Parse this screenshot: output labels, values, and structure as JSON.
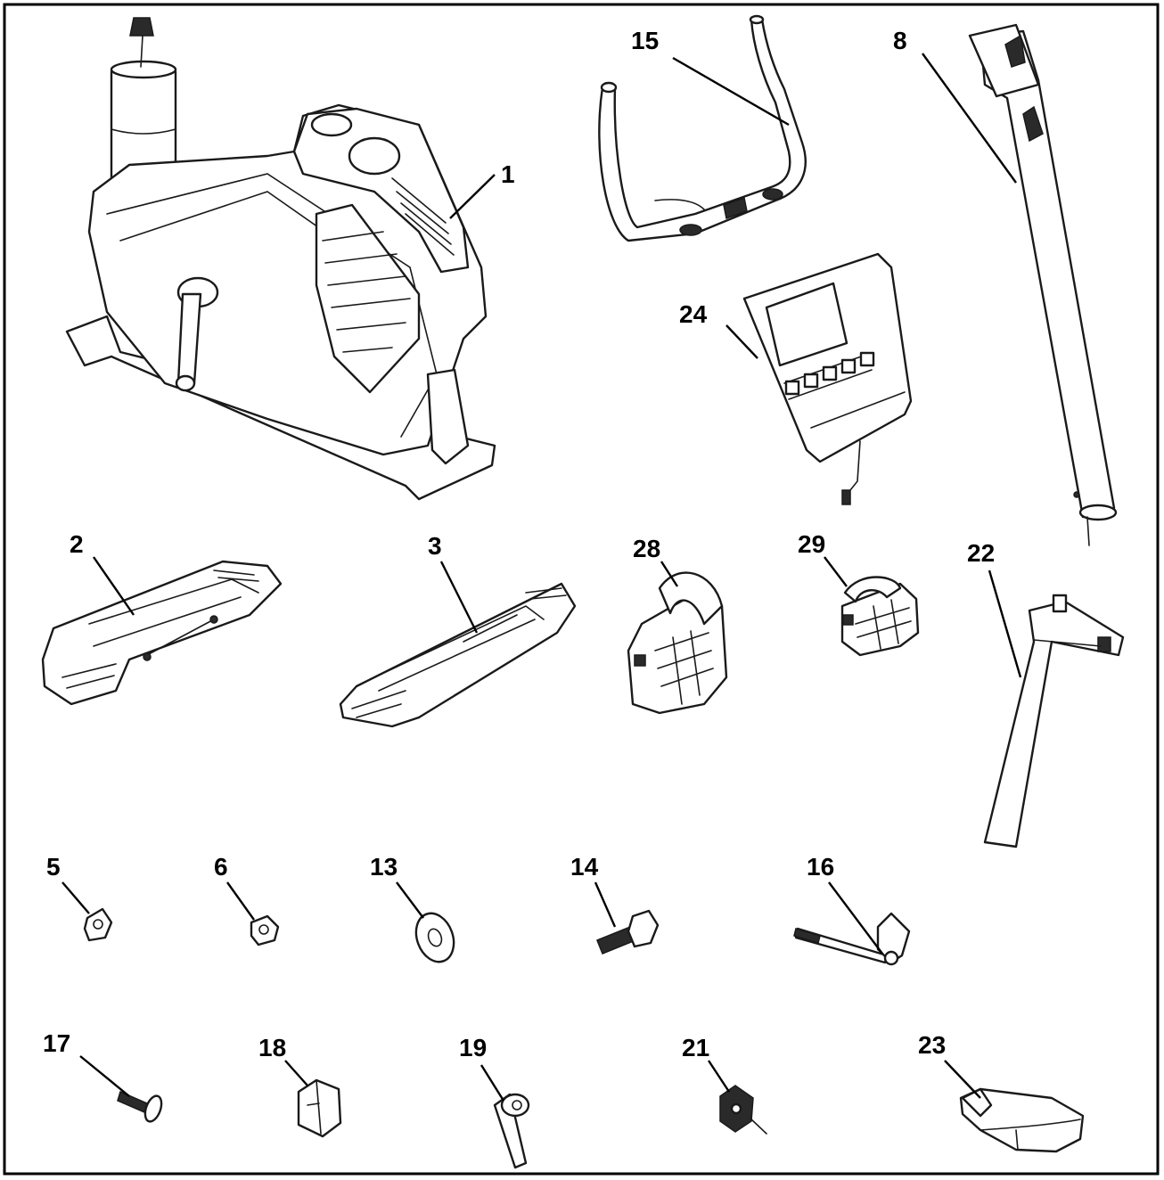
{
  "diagram": {
    "parts": [
      {
        "id": "part-1",
        "label": "1"
      },
      {
        "id": "part-15",
        "label": "15"
      },
      {
        "id": "part-8",
        "label": "8"
      },
      {
        "id": "part-24",
        "label": "24"
      },
      {
        "id": "part-2",
        "label": "2"
      },
      {
        "id": "part-3",
        "label": "3"
      },
      {
        "id": "part-28",
        "label": "28"
      },
      {
        "id": "part-29",
        "label": "29"
      },
      {
        "id": "part-22",
        "label": "22"
      },
      {
        "id": "part-5",
        "label": "5"
      },
      {
        "id": "part-6",
        "label": "6"
      },
      {
        "id": "part-13",
        "label": "13"
      },
      {
        "id": "part-14",
        "label": "14"
      },
      {
        "id": "part-16",
        "label": "16"
      },
      {
        "id": "part-17",
        "label": "17"
      },
      {
        "id": "part-18",
        "label": "18"
      },
      {
        "id": "part-19",
        "label": "19"
      },
      {
        "id": "part-21",
        "label": "21"
      },
      {
        "id": "part-23",
        "label": "23"
      }
    ]
  }
}
